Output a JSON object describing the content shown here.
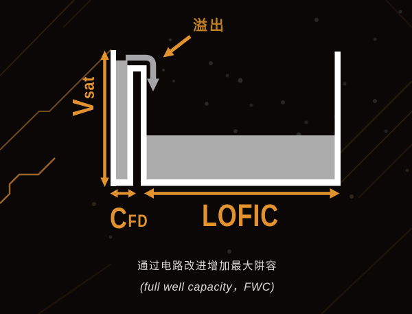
{
  "colors": {
    "background": "#0A0706",
    "accent_orange": "#E2932F",
    "dim_orange": "#C07E24",
    "wall_white": "#FFFFFF",
    "fill_gray": "#ACACAC",
    "arrow_gray": "#A5A5A7",
    "caption_gray": "#D9D9D9",
    "trace_bright": "#9C6428",
    "trace_mid": "#6F4A20",
    "trace_dark": "#2A1C0E",
    "trace_faint": "#1C1208"
  },
  "diagram": {
    "overflow_label": "溢出",
    "vsat": {
      "base": "V",
      "sub": "sat"
    },
    "cfd": {
      "base": "C",
      "sub": "FD"
    },
    "lofic_label": "LOFIC",
    "caption": {
      "line1": "通过电路改进增加最大阱容",
      "line2": "(full well capacity，FWC)"
    }
  }
}
